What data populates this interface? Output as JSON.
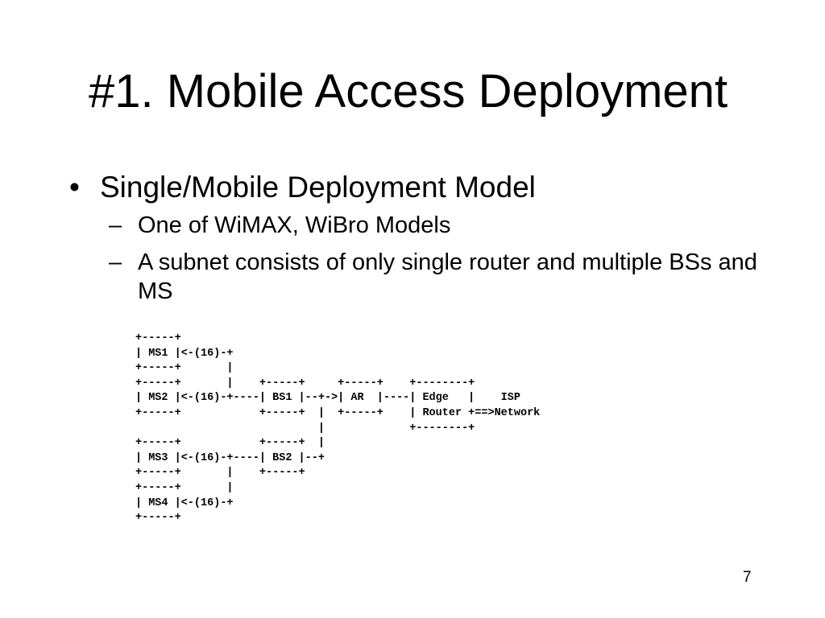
{
  "slide": {
    "title": "#1. Mobile Access Deployment",
    "bullet_symbol": "•",
    "bullet": "Single/Mobile Deployment Model",
    "sub_bullet_symbol": "–",
    "sub_bullets": [
      "One of WiMAX, WiBro Models",
      "A subnet consists of only single router and multiple BSs and MS"
    ],
    "diagram_lines": [
      "+-----+",
      "| MS1 |<-(16)-+",
      "+-----+       |",
      "+-----+       |    +-----+     +-----+    +--------+",
      "| MS2 |<-(16)-+----| BS1 |--+->| AR  |----| Edge   |    ISP",
      "+-----+            +-----+  |  +-----+    | Router +==>Network",
      "                            |             +--------+",
      "+-----+            +-----+  |",
      "| MS3 |<-(16)-+----| BS2 |--+",
      "+-----+       |    +-----+",
      "+-----+       |",
      "| MS4 |<-(16)-+",
      "+-----+"
    ],
    "page_number": "7"
  }
}
